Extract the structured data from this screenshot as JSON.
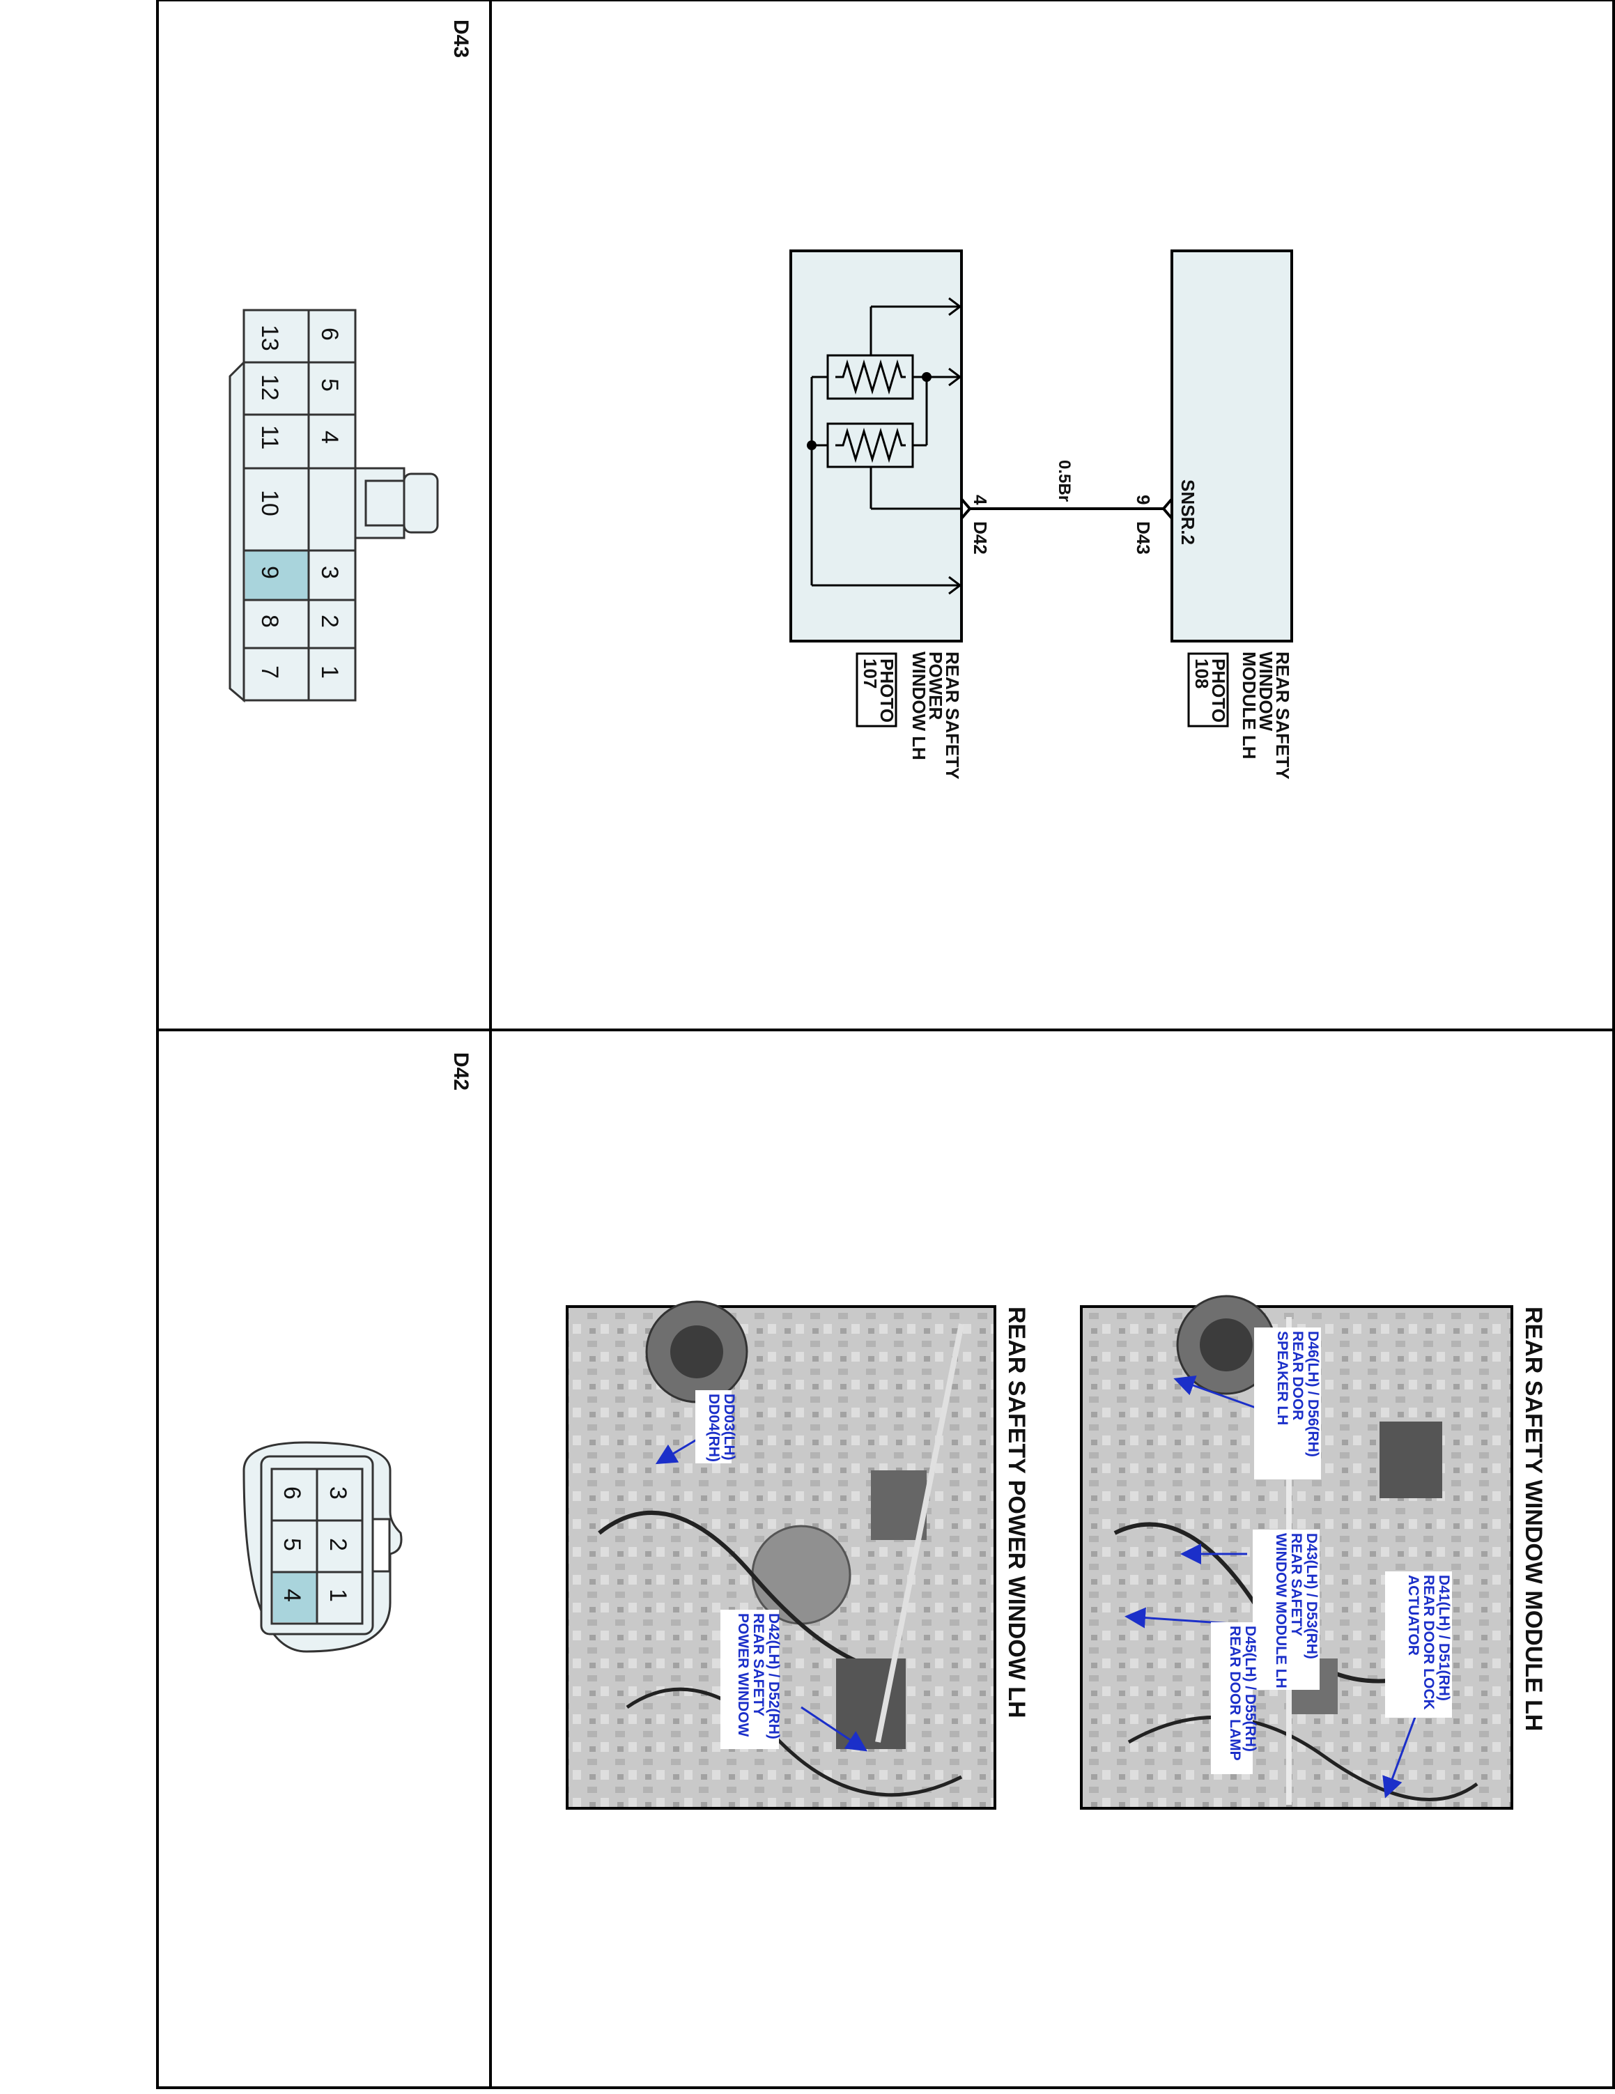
{
  "panels": {
    "d43_title": "D43",
    "d42_title": "D42"
  },
  "module": {
    "name_lines": [
      "REAR SAFETY",
      "WINDOW",
      "MODULE LH"
    ],
    "photo_lines": [
      "PHOTO",
      "108"
    ],
    "pin_label": "SNSR.2",
    "pin_number": "9",
    "connector_id": "D43"
  },
  "power_window": {
    "name_lines": [
      "REAR SAFETY",
      "POWER",
      "WINDOW LH"
    ],
    "photo_lines": [
      "PHOTO",
      "107"
    ],
    "pin_number": "4",
    "connector_id": "D42"
  },
  "wire": {
    "spec": "0.5Br"
  },
  "connector_d43": {
    "top_row": [
      "1",
      "2",
      "3",
      "",
      "4",
      "5",
      "6"
    ],
    "bottom_row": [
      "7",
      "8",
      "9",
      "10",
      "11",
      "12",
      "13"
    ],
    "highlight": "9"
  },
  "connector_d42": {
    "top_row": [
      "1",
      "2",
      "3"
    ],
    "bottom_row": [
      "4",
      "5",
      "6"
    ],
    "highlight": "4"
  },
  "photos": [
    {
      "title": "REAR SAFETY WINDOW MODULE LH",
      "callouts": [
        [
          "D41(LH) / D51(RH)",
          "REAR DOOR LOCK",
          "ACTUATOR"
        ],
        [
          "D43(LH) / D53(RH)",
          "REAR SAFETY",
          "WINDOW MODULE LH"
        ],
        [
          "D45(LH) / D55(RH)",
          "REAR DOOR LAMP"
        ],
        [
          "D46(LH) / D56(RH)",
          "REAR DOOR",
          "SPEAKER LH"
        ]
      ]
    },
    {
      "title": "REAR SAFETY POWER WINDOW LH",
      "callouts": [
        [
          "DD03(LH)",
          "DD04(RH)"
        ],
        [
          "D42(LH) / D52(RH)",
          "REAR SAFETY",
          "POWER WINDOW"
        ]
      ]
    }
  ],
  "colors": {
    "highlight": "#a9d4dc",
    "component_fill": "#e6f0f2",
    "callout_text": "#1b2fc9"
  }
}
